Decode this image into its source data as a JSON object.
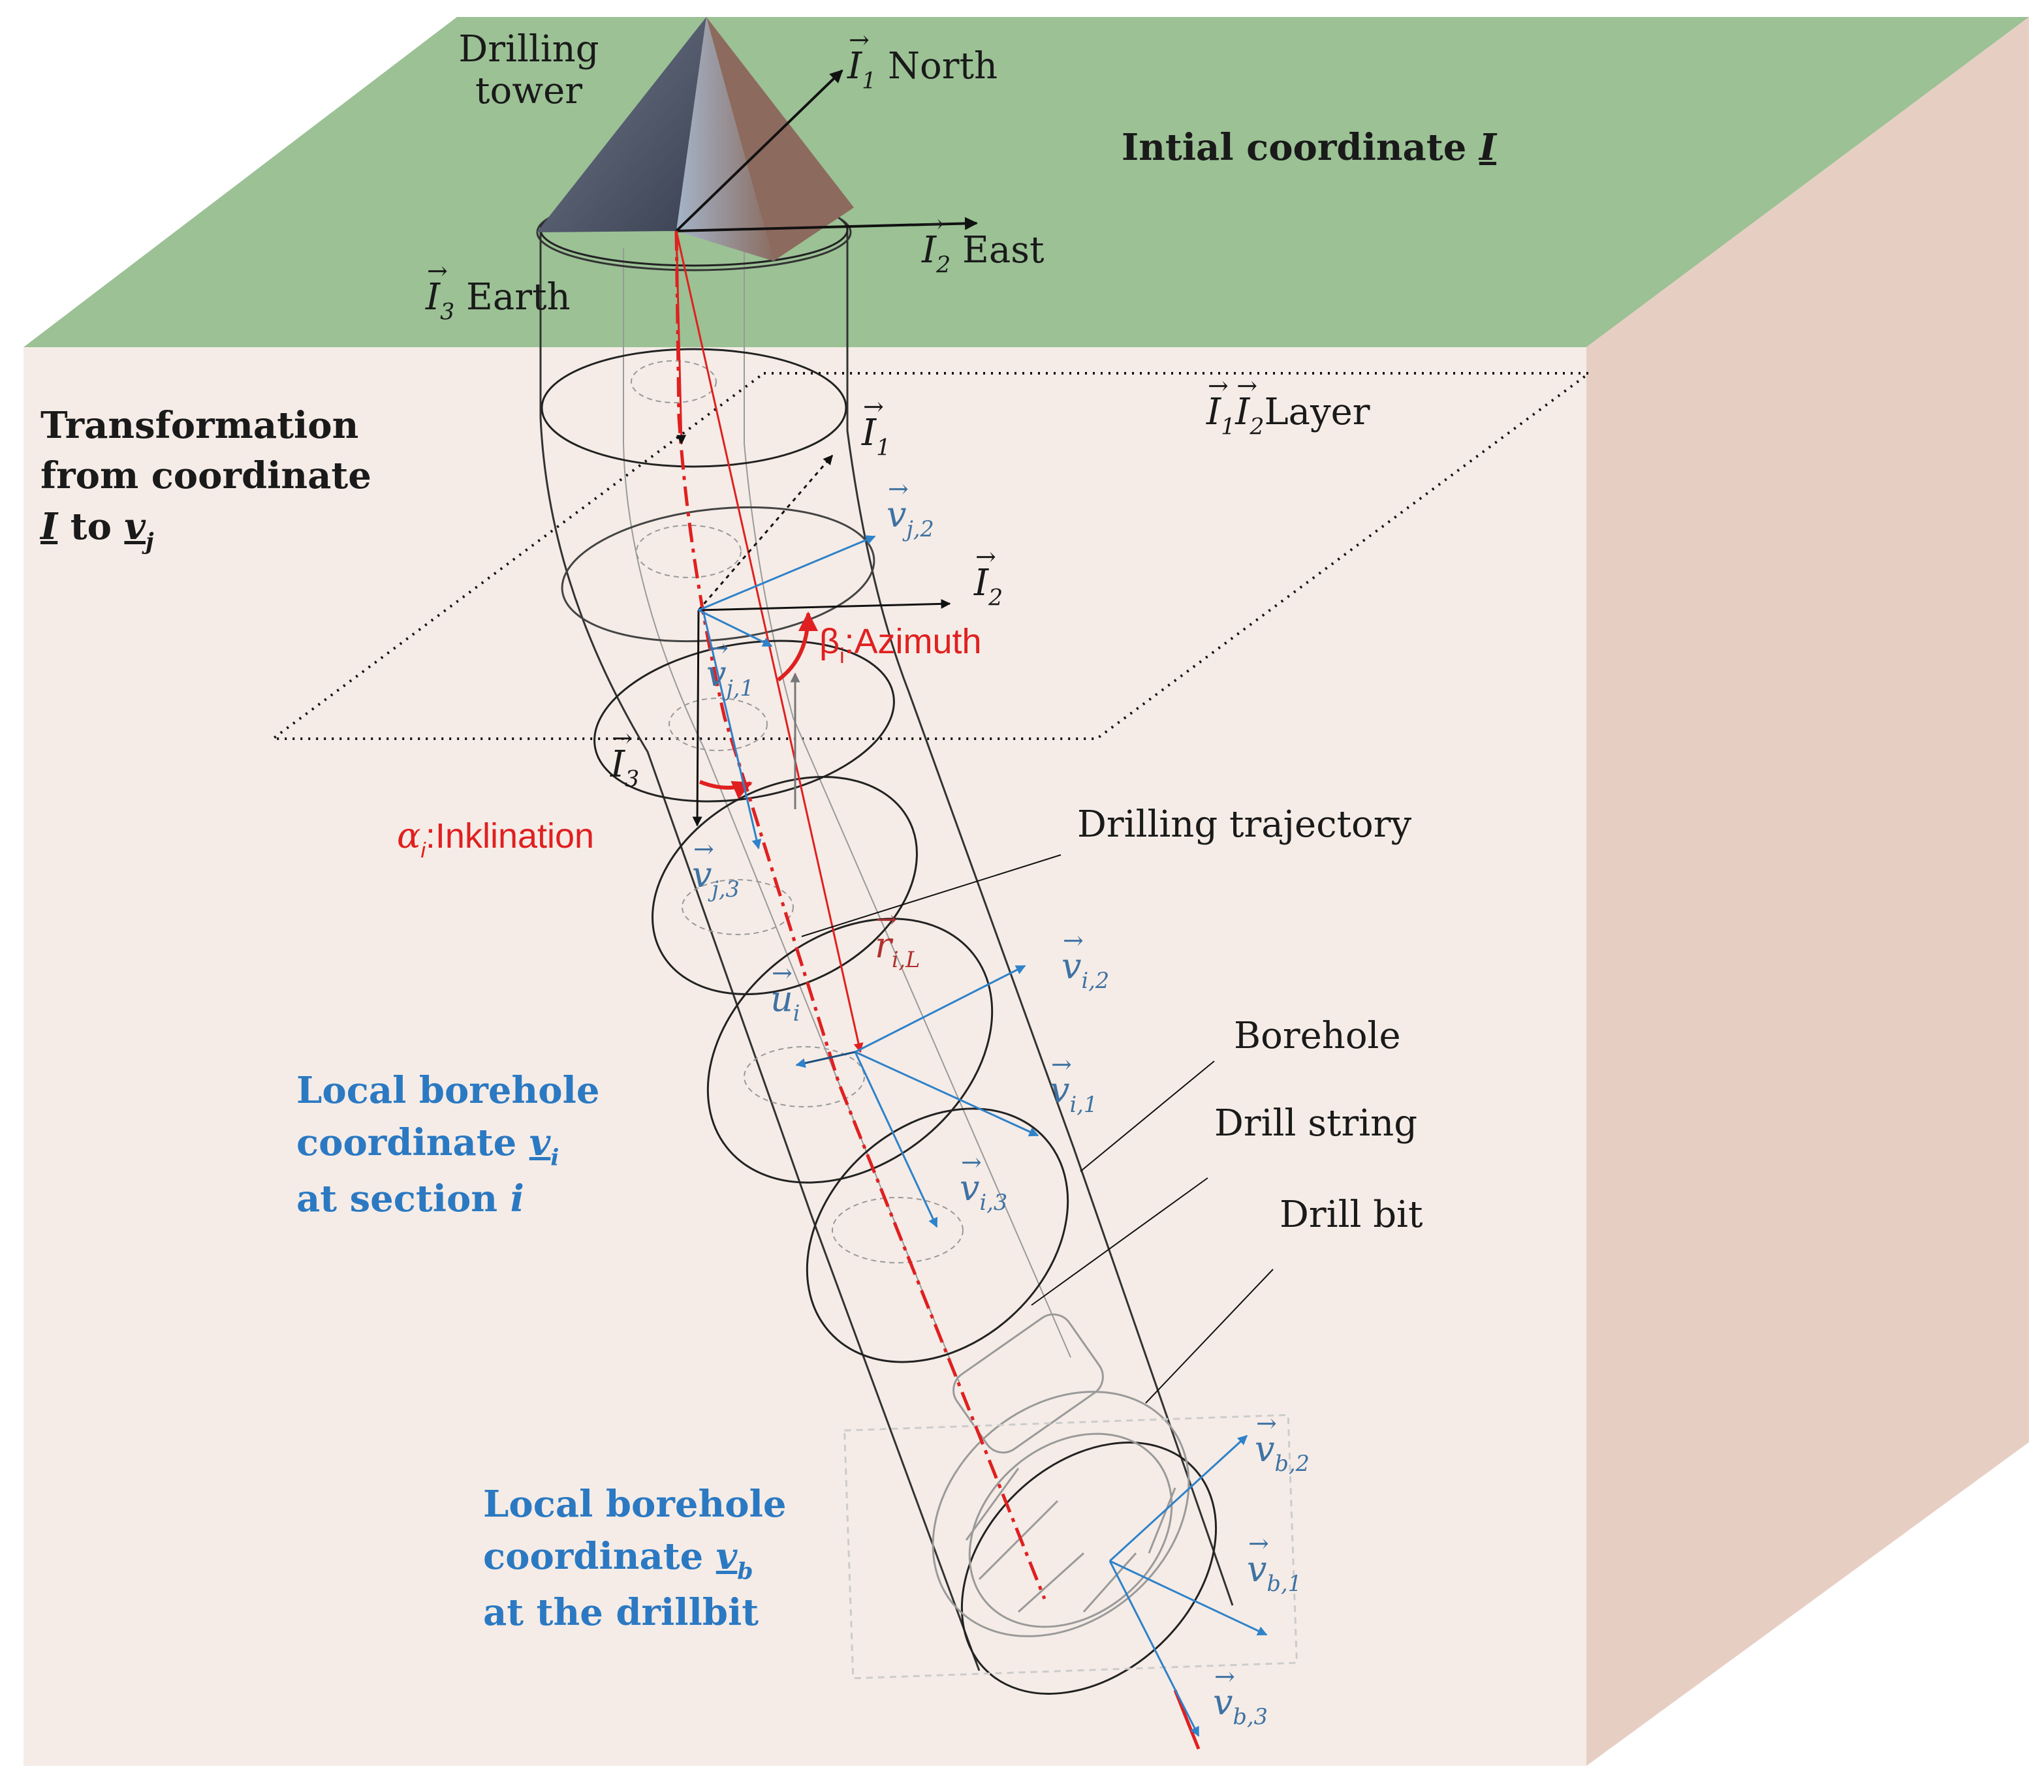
{
  "colors": {
    "ground_surface": "#9bc195",
    "soil_front": "#f5ece7",
    "soil_side": "#e7cec3",
    "borehole_outline": "#222222",
    "trajectory_red": "#e02020",
    "vector_blue": "#2e82c9",
    "text_blue": "#2b79c2",
    "tower_dark": "#4a5368",
    "tower_copper": "#8d6a5e"
  },
  "icons": [
    "drilling-tower-pyramid-icon",
    "drill-bit-icon"
  ],
  "title_initial": "Intial coordinate",
  "title_initial_symbol": "I",
  "drilling_tower": {
    "line1": "Drilling",
    "line2": "tower"
  },
  "surface_axes": {
    "north_symbol": "I",
    "north_sub": "1",
    "north_label": "North",
    "east_symbol": "I",
    "east_sub": "2",
    "east_label": "East",
    "earth_symbol": "I",
    "earth_sub": "3",
    "earth_label": "Earth"
  },
  "transformation": {
    "line1": "Transformation",
    "line2": "from coordinate",
    "line3_from": "I",
    "line3_to_word": "to",
    "line3_to": "v",
    "line3_to_sub": "j"
  },
  "layer": {
    "sym1": "I",
    "sub1": "1",
    "sym2": "I",
    "sub2": "2",
    "label": "Layer"
  },
  "layer_axes": {
    "i1_symbol": "I",
    "i1_sub": "1",
    "i2_symbol": "I",
    "i2_sub": "2",
    "i3_symbol": "I",
    "i3_sub": "3"
  },
  "angles": {
    "azimuth_symbol": "β",
    "azimuth_sub": "i",
    "azimuth_label": ":Azimuth",
    "inclination_symbol": "α",
    "inclination_sub": "i",
    "inclination_label": ":Inklination"
  },
  "vectors": {
    "vj1": {
      "sym": "v",
      "sub": "j,1"
    },
    "vj2": {
      "sym": "v",
      "sub": "j,2"
    },
    "vj3": {
      "sym": "v",
      "sub": "j,3"
    },
    "ril": {
      "sym": "r",
      "sub": "i,L"
    },
    "ui": {
      "sym": "u",
      "sub": "i"
    },
    "vi1": {
      "sym": "v",
      "sub": "i,1"
    },
    "vi2": {
      "sym": "v",
      "sub": "i,2"
    },
    "vi3": {
      "sym": "v",
      "sub": "i,3"
    },
    "vb1": {
      "sym": "v",
      "sub": "b,1"
    },
    "vb2": {
      "sym": "v",
      "sub": "b,2"
    },
    "vb3": {
      "sym": "v",
      "sub": "b,3"
    }
  },
  "callouts": {
    "drilling_trajectory": "Drilling trajectory",
    "borehole": "Borehole",
    "drill_string": "Drill string",
    "drill_bit": "Drill bit"
  },
  "local_i": {
    "line1": "Local borehole",
    "line2": "coordinate",
    "line2_sym": "v",
    "line2_sub": "i",
    "line3": "at section",
    "line3_sym": "i"
  },
  "local_b": {
    "line1": "Local borehole",
    "line2": "coordinate",
    "line2_sym": "v",
    "line2_sub": "b",
    "line3": "at the drillbit"
  }
}
